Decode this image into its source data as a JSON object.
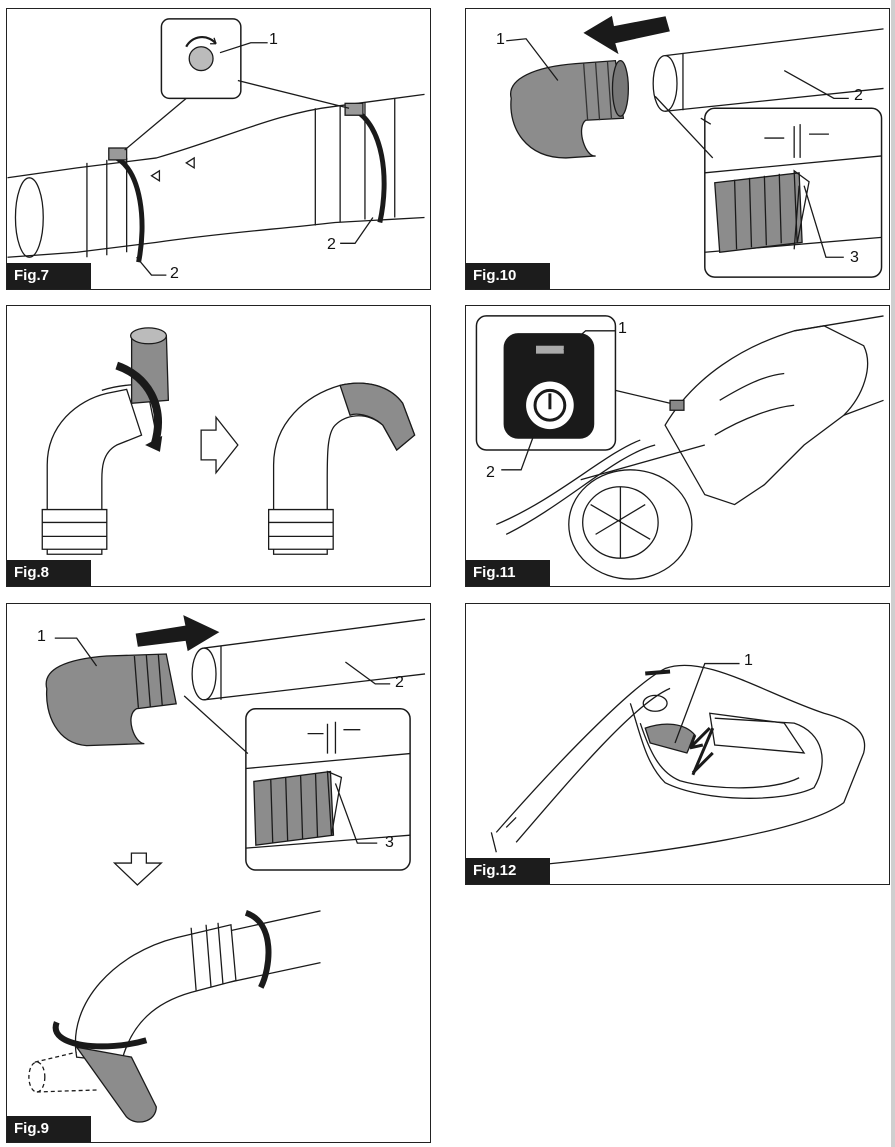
{
  "figures": {
    "fig7": {
      "label": "Fig.7",
      "callouts": {
        "c1": "1",
        "c2a": "2",
        "c2b": "2"
      }
    },
    "fig10": {
      "label": "Fig.10",
      "callouts": {
        "c1": "1",
        "c2": "2",
        "c3": "3"
      }
    },
    "fig8": {
      "label": "Fig.8"
    },
    "fig11": {
      "label": "Fig.11",
      "callouts": {
        "c1": "1",
        "c2": "2"
      }
    },
    "fig9": {
      "label": "Fig.9",
      "callouts": {
        "c1": "1",
        "c2": "2",
        "c3": "3"
      }
    },
    "fig12": {
      "label": "Fig.12",
      "callouts": {
        "c1": "1"
      }
    }
  },
  "colors": {
    "line": "#1a1a1a",
    "part_fill": "#8c8c8c",
    "tag_bg": "#1c1c1c",
    "tag_text": "#ffffff"
  }
}
